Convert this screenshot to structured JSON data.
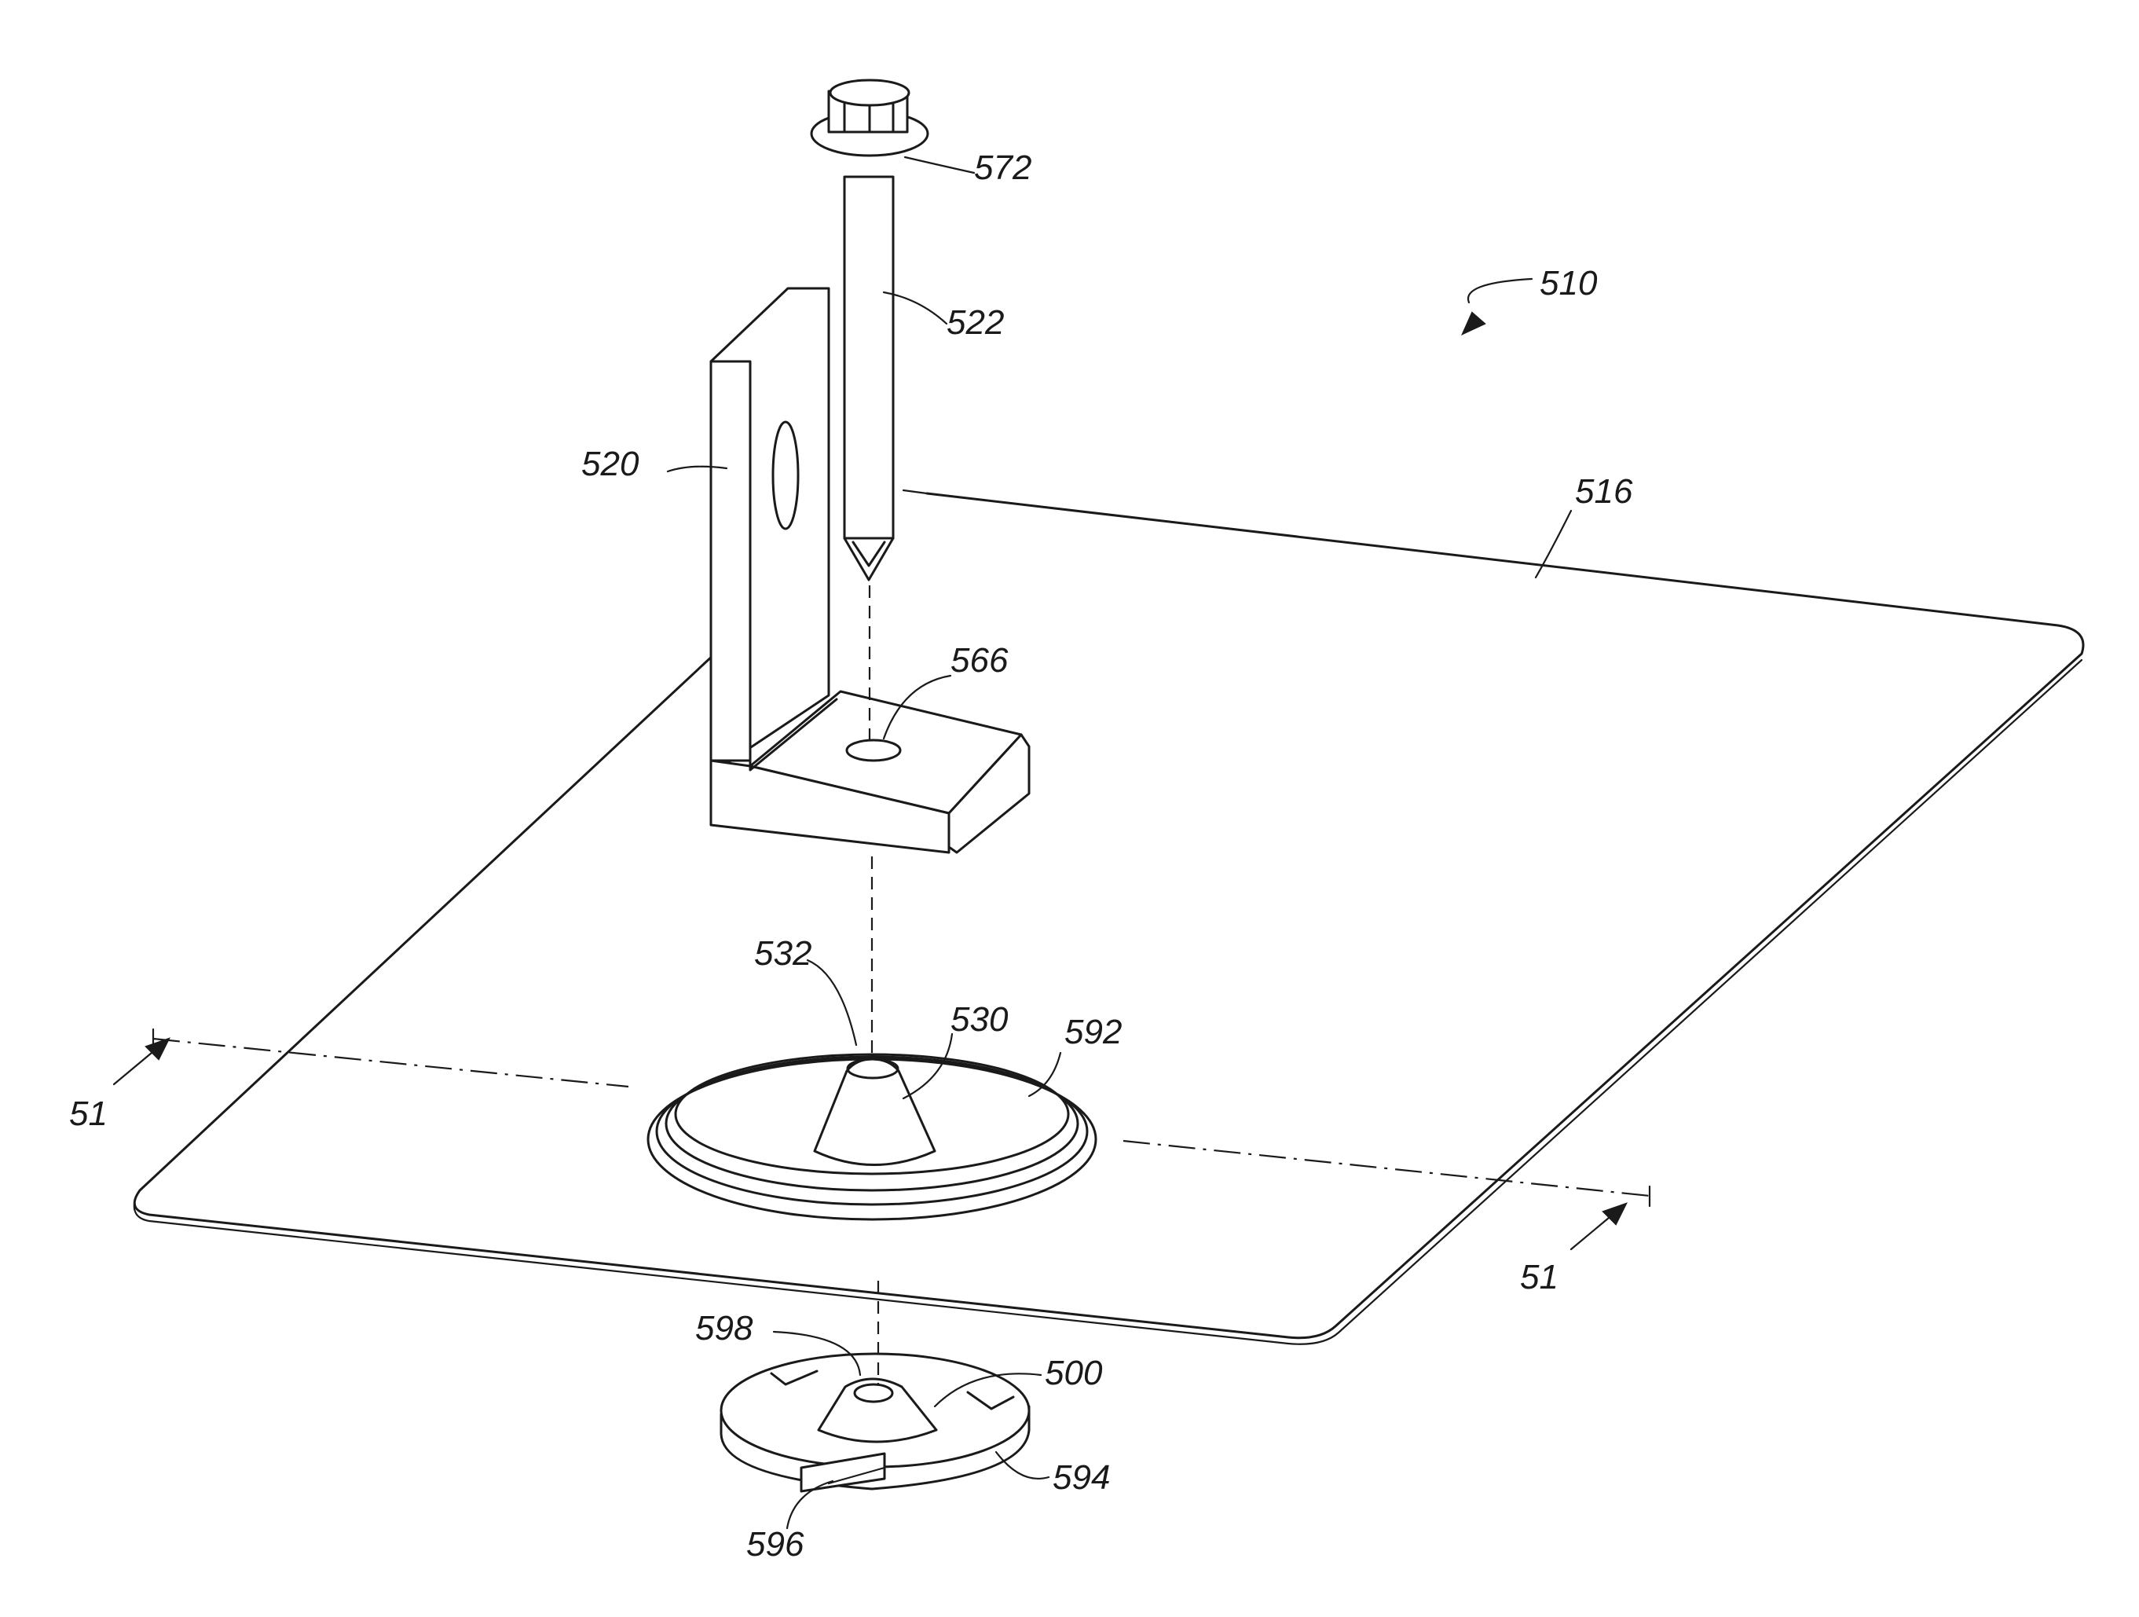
{
  "labels": {
    "l510": "510",
    "l572": "572",
    "l522": "522",
    "l520": "520",
    "l516": "516",
    "l566": "566",
    "l532": "532",
    "l530": "530",
    "l592": "592",
    "l51a": "51",
    "l51b": "51",
    "l598": "598",
    "l500": "500",
    "l594": "594",
    "l596": "596"
  }
}
